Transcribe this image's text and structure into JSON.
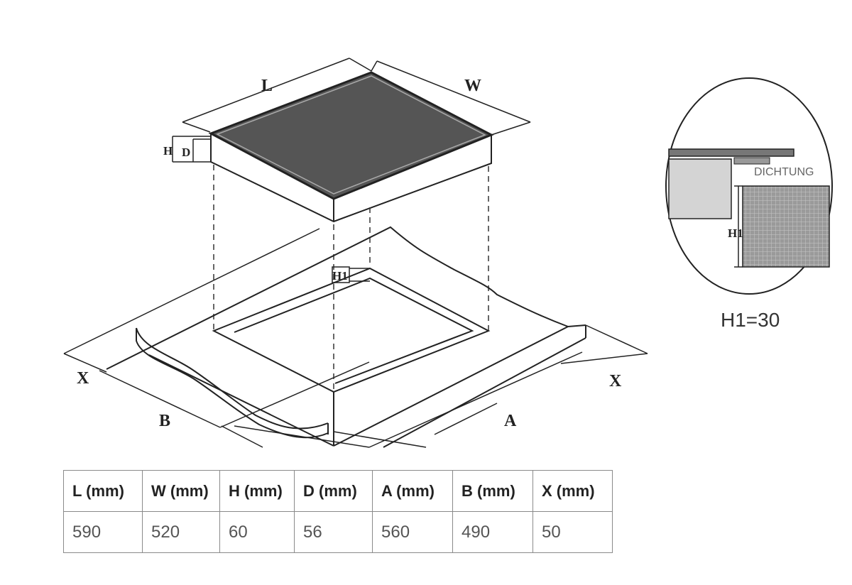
{
  "diagram": {
    "labels": {
      "L": "L",
      "W": "W",
      "H": "H",
      "D": "D",
      "H1": "H1",
      "X": "X",
      "B": "B",
      "A": "A"
    },
    "detail": {
      "seal_label": "DICHTUNG",
      "h1_label": "H1",
      "note": "H1=30"
    }
  },
  "table": {
    "headers": [
      "L (mm)",
      "W (mm)",
      "H (mm)",
      "D (mm)",
      "A (mm)",
      "B (mm)",
      "X (mm)"
    ],
    "values": [
      "590",
      "520",
      "60",
      "56",
      "560",
      "490",
      "50"
    ]
  },
  "colors": {
    "glass": "#555555",
    "line": "#222222",
    "border": "#8a8a8a"
  }
}
